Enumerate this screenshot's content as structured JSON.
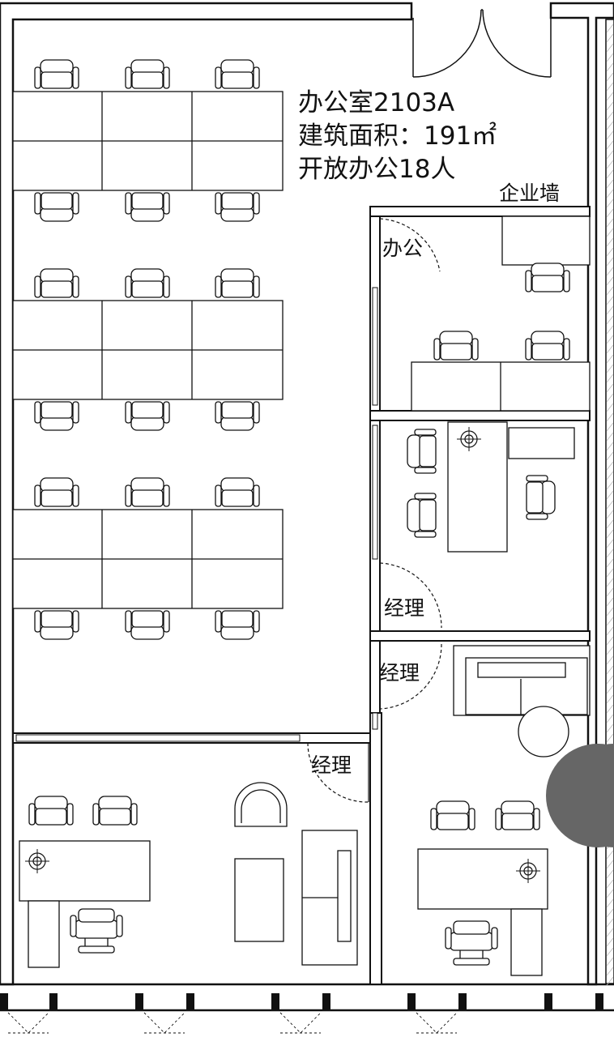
{
  "plan": {
    "title": "办公室2103A",
    "area": "建筑面积：191㎡",
    "capacity": "开放办公18人"
  },
  "labels": {
    "corporate_wall": "企业墙",
    "office_room": "办公",
    "manager_room_1": "经理",
    "manager_room_2": "经理",
    "manager_room_3": "经理"
  },
  "colors": {
    "line": "#111111",
    "wall_fill": "#ffffff",
    "column": "#666666"
  }
}
